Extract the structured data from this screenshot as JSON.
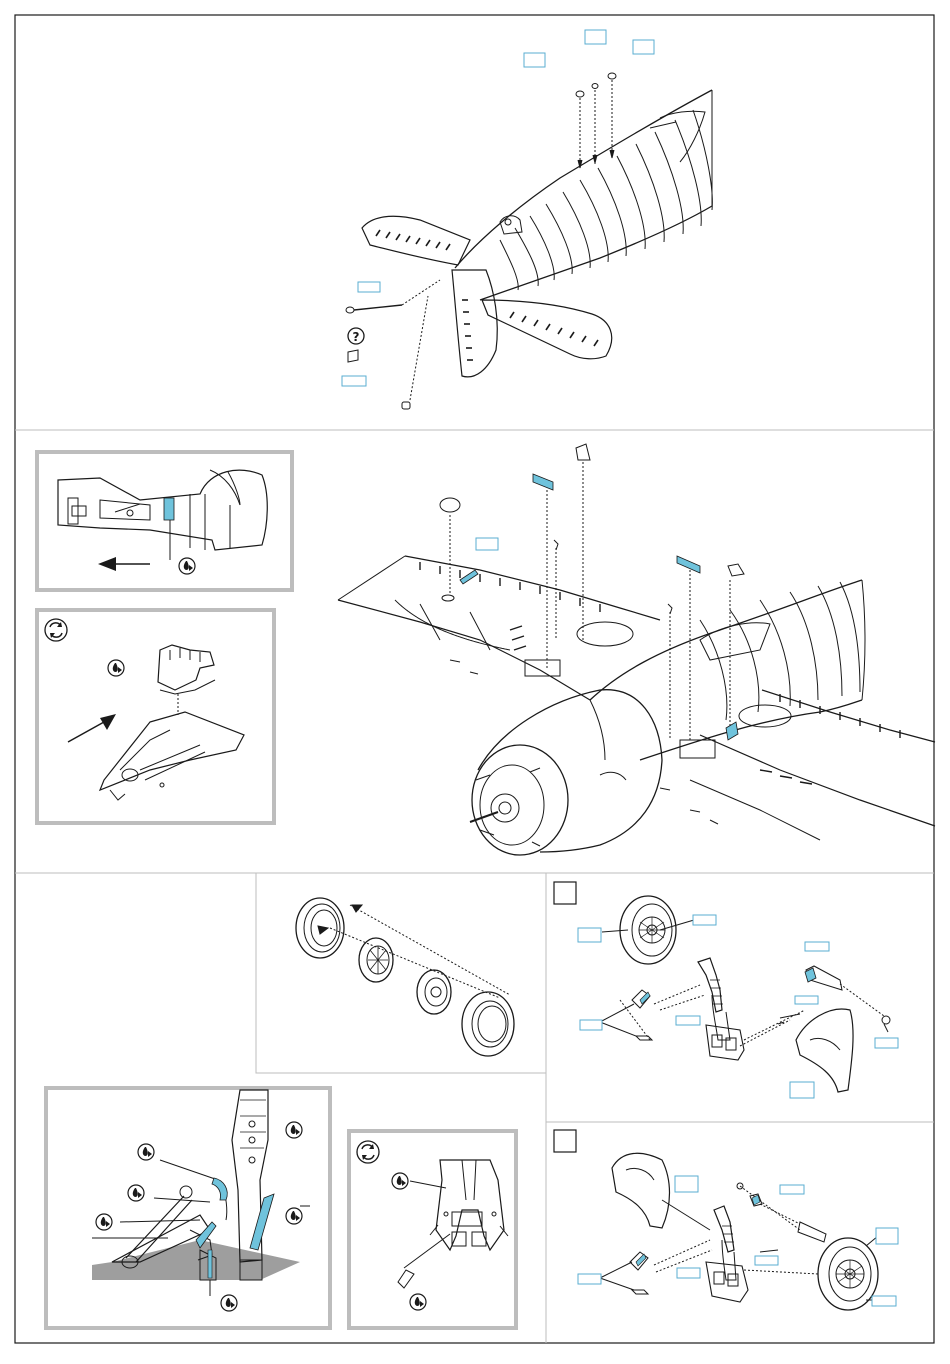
{
  "sheet": {
    "panels": [
      {
        "id": "tail-assembly",
        "step_label": ""
      },
      {
        "id": "wing-assembly",
        "step_label": ""
      },
      {
        "id": "wheel-exploded",
        "step_label": ""
      },
      {
        "id": "gear-left",
        "step_label": ""
      },
      {
        "id": "gear-right",
        "step_label": ""
      },
      {
        "id": "gear-detail",
        "step_label": ""
      },
      {
        "id": "gear-fork-detail",
        "step_label": ""
      }
    ],
    "part_labels": [],
    "colors": {
      "line": "#1a1a1a",
      "panel_border": "#bdbdbd",
      "etch_part": "#6fc3dc",
      "label_box": "#5aaed0",
      "paint_bench": "#9e9e9e"
    },
    "icons": [
      "paint-drop-icon",
      "question-icon",
      "rotate-view-icon",
      "direction-arrow-icon"
    ]
  }
}
